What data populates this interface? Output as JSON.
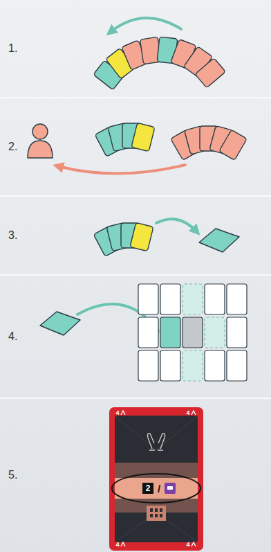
{
  "diagram": {
    "labels": [
      "1.",
      "2.",
      "3.",
      "4.",
      "5.",
      "4",
      "4",
      "4",
      "4",
      "2",
      "/"
    ]
  }
}
